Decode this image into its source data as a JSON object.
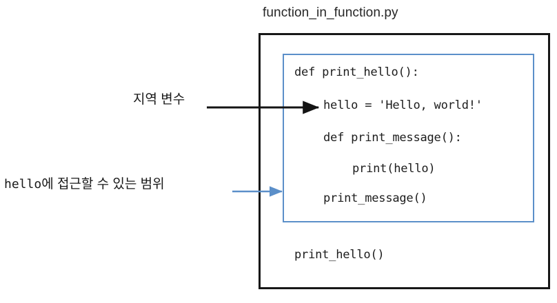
{
  "diagram": {
    "title": "function_in_function.py",
    "module_box": {
      "border_color": "#171717",
      "label": "module-scope-box"
    },
    "scope_box": {
      "border_color": "#5b8fc9",
      "label": "function-scope-box"
    },
    "code_lines": [
      {
        "text": "def print_hello():",
        "indent": 0
      },
      {
        "text": "hello = 'Hello, world!'",
        "indent": 1
      },
      {
        "text": "def print_message():",
        "indent": 1
      },
      {
        "text": "print(hello)",
        "indent": 2
      },
      {
        "text": "print_message()",
        "indent": 1
      }
    ],
    "outer_code_line": "print_hello()",
    "annotations": [
      {
        "id": "local-variable",
        "text": "지역 변수",
        "arrow_color": "#141414",
        "target": "hello = 'Hello, world!'"
      },
      {
        "id": "hello-scope",
        "text_mono": "hello",
        "text_korean": "에 접근할 수 있는 범위",
        "arrow_color": "#5b8fc9",
        "target": "function-scope-box"
      }
    ]
  }
}
